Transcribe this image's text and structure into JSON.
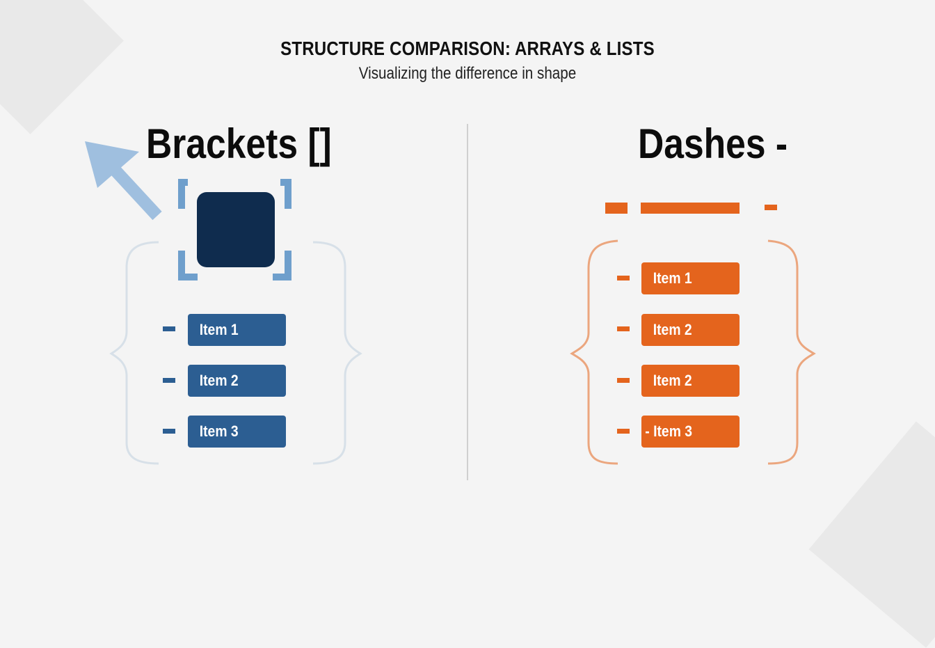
{
  "header": {
    "title": "STRUCTURE COMPARISON: ARRAYS & LISTS",
    "subtitle": "Visualizing the difference in shape"
  },
  "left_panel": {
    "heading": "Brackets []",
    "items": [
      "Item 1",
      "Item 2",
      "Item 3"
    ],
    "color": "#2c5e92",
    "accent": "#6f9fcc",
    "block_color": "#0f2c4e"
  },
  "right_panel": {
    "heading": "Dashes -",
    "items": [
      "Item 1",
      "Item 2",
      "Item 2",
      "- Item 3"
    ],
    "color": "#e4641d",
    "brace_color": "#eba67e"
  }
}
